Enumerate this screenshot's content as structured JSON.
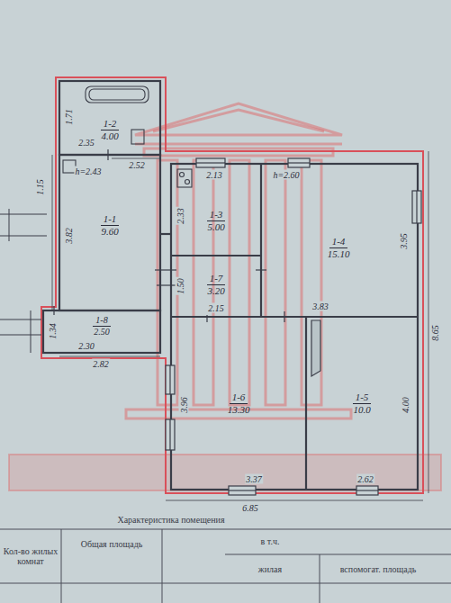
{
  "diagram": {
    "nodes": [
      {
        "text": [
          "1-2",
          "4.00"
        ]
      },
      {
        "text": [
          "1-3",
          "5.00"
        ]
      },
      {
        "text": [
          "1-4",
          "15.10"
        ]
      },
      {
        "text": [
          "1-1",
          "9.60"
        ]
      },
      {
        "text": [
          "1-7",
          "3.20"
        ]
      },
      {
        "text": [
          "1-8",
          "2.50"
        ]
      },
      {
        "text": [
          "1-6",
          "13.30"
        ]
      },
      {
        "text": [
          "1-5",
          "10.0"
        ]
      }
    ],
    "labels": [
      "1.71",
      "2.35",
      "2.52",
      "1.15",
      "h=2.43",
      "3.82",
      "1.34",
      "2.30",
      "2.82",
      "2.13",
      "h=2.60",
      "2.33",
      "1.50",
      "2.15",
      "3.95",
      "3.83",
      "8.65",
      "3.96",
      "4.00",
      "3.37",
      "2.62",
      "6.85",
      "Характеристика помещения",
      "Кол-во жилых комнат",
      "Общая площадь",
      "в т.ч.",
      "жилая",
      "вспомогат. площадь"
    ]
  }
}
